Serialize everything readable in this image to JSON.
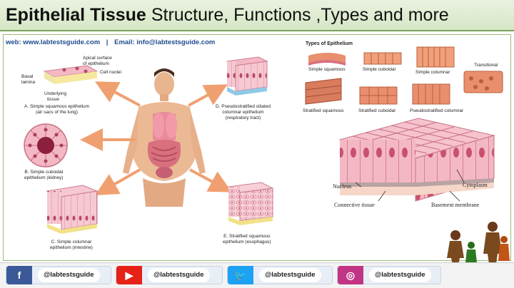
{
  "title": {
    "bold": "Epithelial Tissue",
    "rest": "Structure, Functions ,Types and more"
  },
  "contact": {
    "web": "web:  www.labtestsguide.com",
    "separator": "|",
    "email": "Email:  info@labtestsguide.com"
  },
  "diagram_a": {
    "apical": "Apical surface",
    "apical2": "of epithelium",
    "nuclei": "Cell nuclei",
    "basal": "Basal",
    "lamina": "lamina",
    "underlying": "Underlying",
    "tissue": "tissue",
    "caption1": "A. Simple squamous epithelium",
    "caption2": "(air sacs of the lung)"
  },
  "diagram_b": {
    "caption1": "B. Simple cuboidal",
    "caption2": "epithelium (kidney)"
  },
  "diagram_c": {
    "caption1": "C. Simple columnar",
    "caption2": "epithelium (intestine)"
  },
  "diagram_d": {
    "caption1": "D. Pseudostratified ciliated",
    "caption2": "columnar epithelium",
    "caption3": "(respiratory tract)"
  },
  "diagram_e": {
    "caption1": "E. Stratified squamous",
    "caption2": "epithelium (esophagus)"
  },
  "types": {
    "heading": "Types of Epithelium",
    "items": [
      "Simple squamous",
      "Simple cuboidal",
      "Simple columnar",
      "Transitional",
      "Stratified squamous",
      "Stratified cuboidal",
      "Pseudostratified columnar"
    ]
  },
  "big_diagram": {
    "nucleus": "Nucleus",
    "cytoplasm": "Cytoplasm",
    "connective": "Connective tissue",
    "basement": "Basement membrane"
  },
  "social": [
    {
      "icon": "f",
      "handle": "@labtestsguide",
      "color": "#3b5998"
    },
    {
      "icon": "▶",
      "handle": "@labtestsguide",
      "color": "#e62117"
    },
    {
      "icon": "🐦",
      "handle": "@labtestsguide",
      "color": "#1da1f2"
    },
    {
      "icon": "◎",
      "handle": "@labtestsguide",
      "color": "#c13584"
    }
  ],
  "colors": {
    "accent_green": "#7aa35a",
    "arrow": "#f0a070",
    "cell_pink": "#f4b8c4",
    "cell_dark": "#d9667a",
    "link_blue": "#1e4b8f"
  }
}
